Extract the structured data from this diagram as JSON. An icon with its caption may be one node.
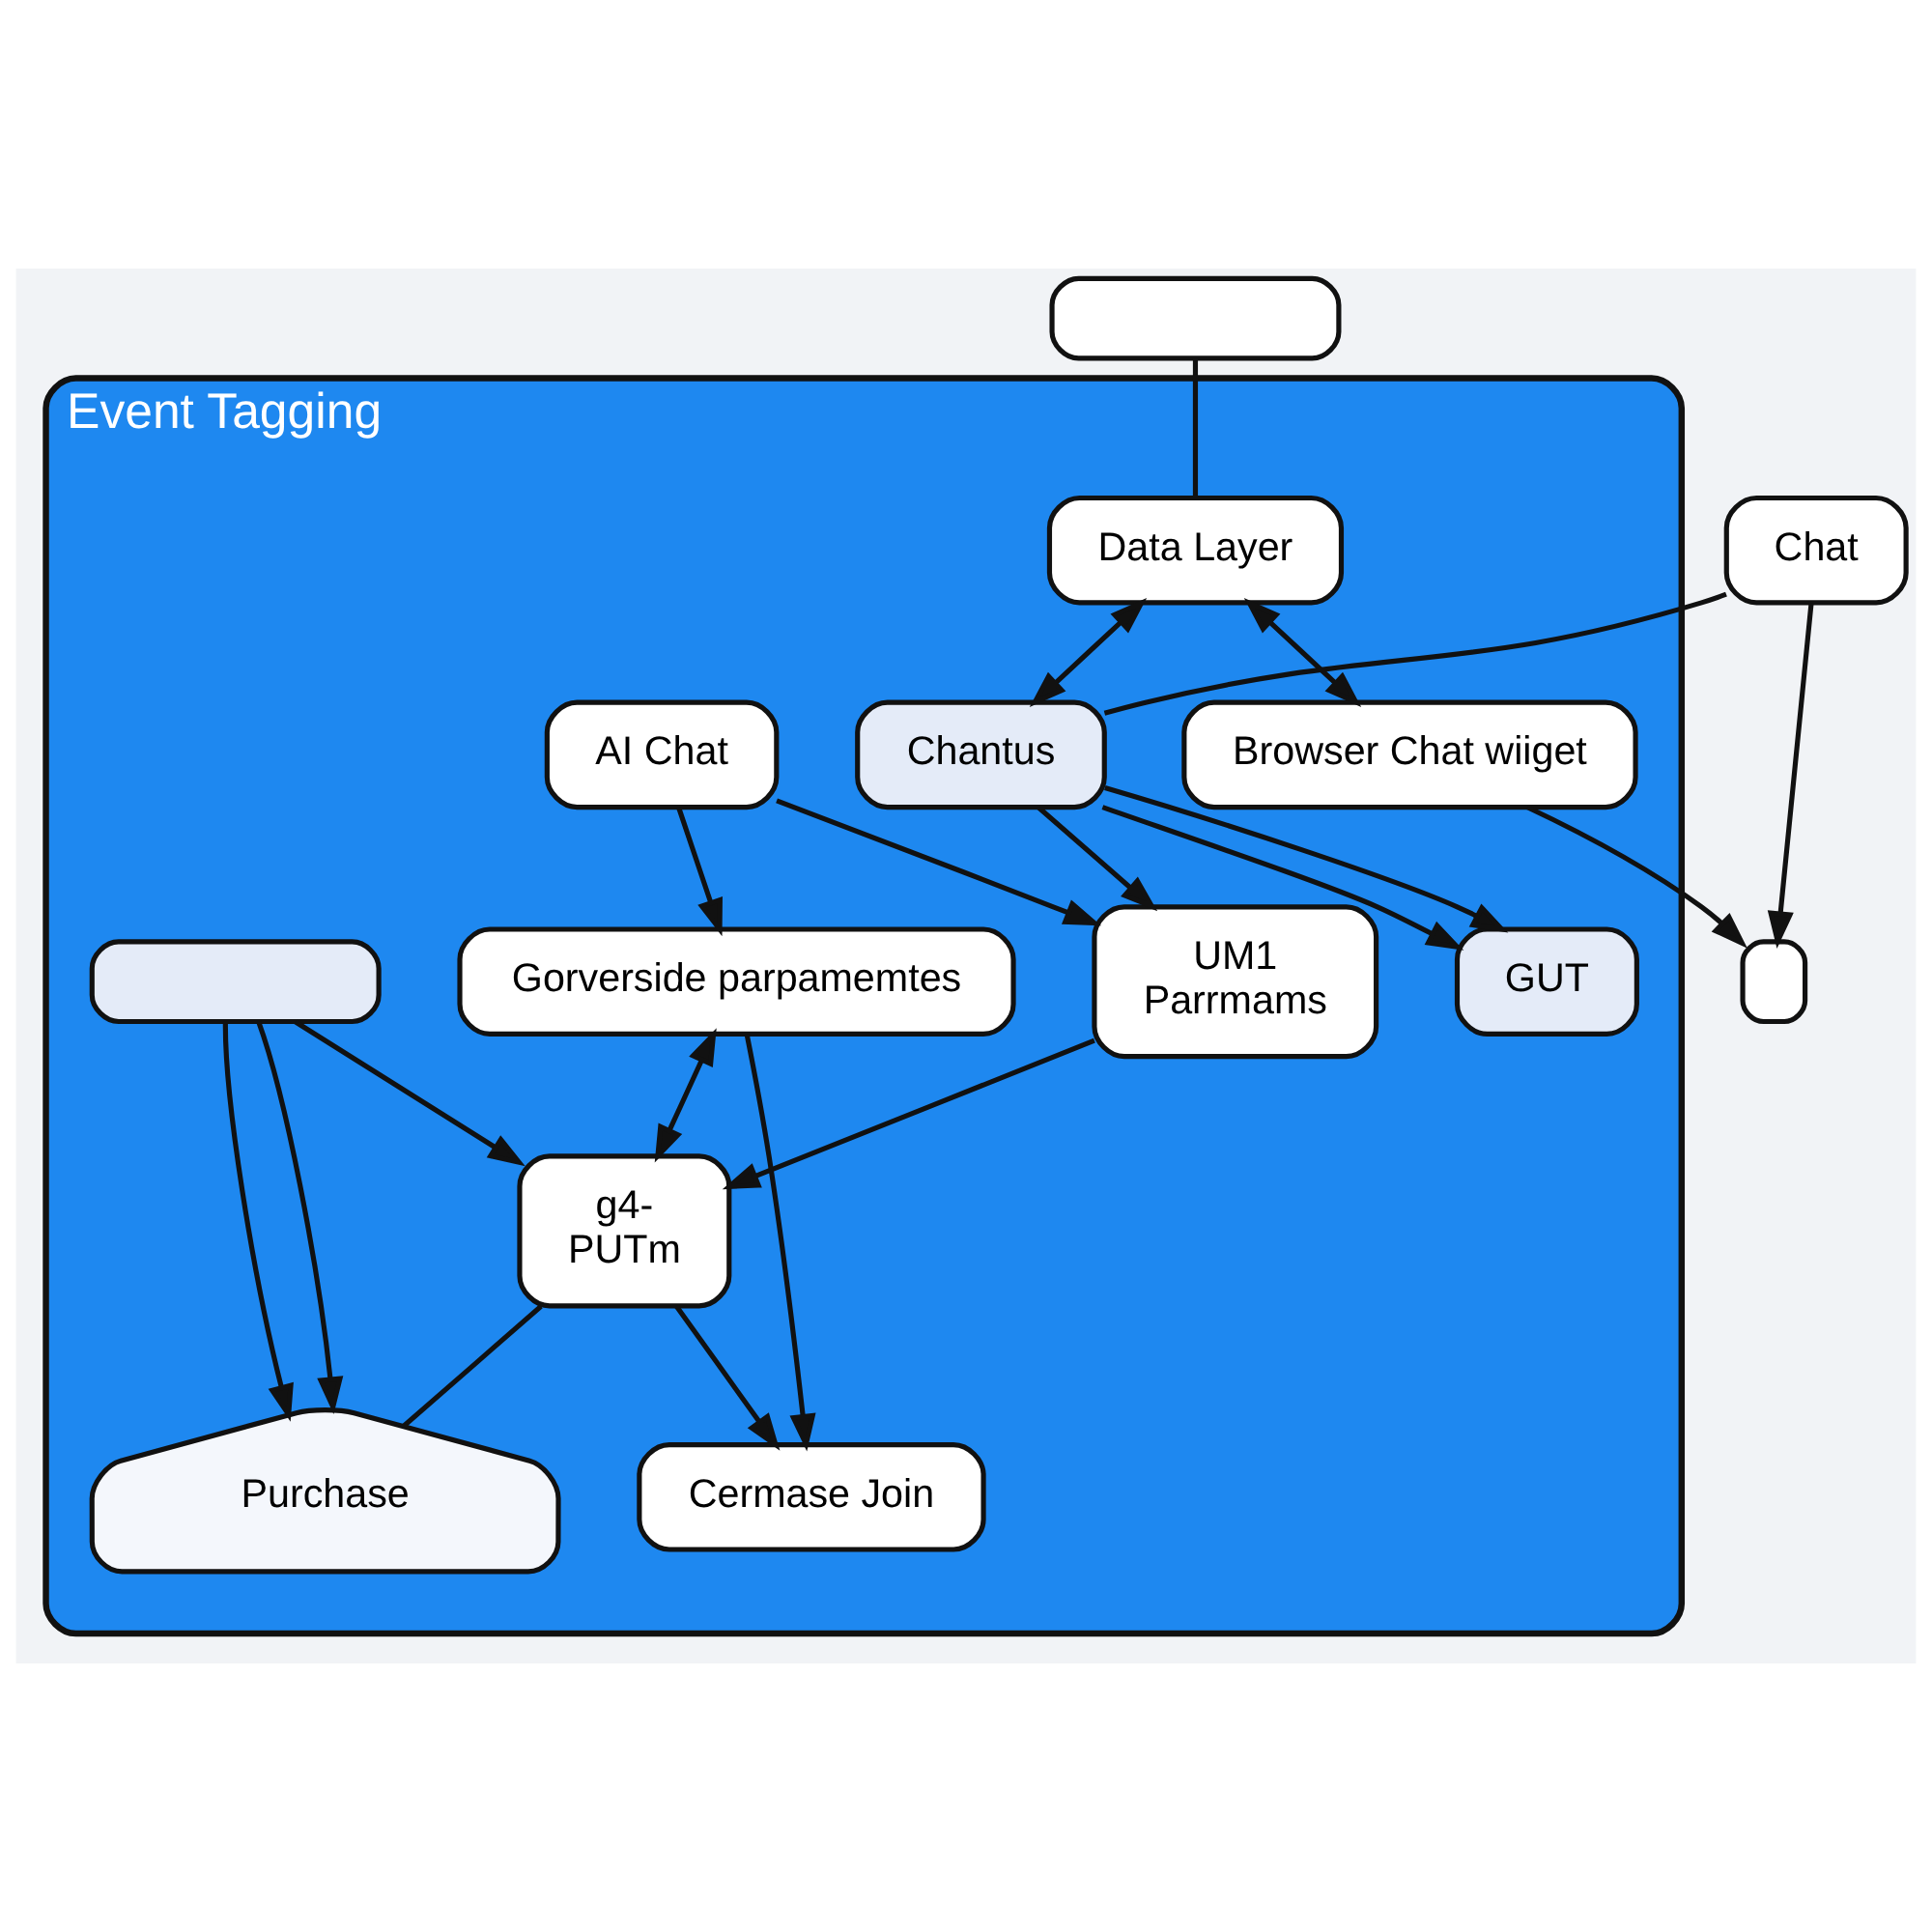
{
  "diagram": {
    "nodes": [
      {
        "text": [
          "Event Tagging"
        ]
      },
      {
        "text": [],
        "shape": "box"
      },
      {
        "text": [
          "Data Layer"
        ],
        "in": 0
      },
      {
        "text": [
          "Chat"
        ]
      },
      {
        "text": [
          "Browser Chat wiiget"
        ],
        "in": 0
      },
      {
        "text": [
          "Chantus"
        ],
        "in": 0
      },
      {
        "text": [
          "AI Chat"
        ],
        "in": 0
      },
      {
        "text": [],
        "shape": "box"
      },
      {
        "text": [
          "UM1",
          "Parrmams"
        ],
        "in": 0
      },
      {
        "text": [
          "GUT"
        ],
        "in": 0
      },
      {
        "text": [],
        "shape": "box",
        "in": 0
      },
      {
        "text": [
          "Gorverside parpamemtes"
        ],
        "in": 0
      },
      {
        "text": [
          "g4-",
          "PUTm"
        ],
        "in": 0
      },
      {
        "text": [
          "Purchase"
        ],
        "in": 0
      },
      {
        "text": [
          "Cermase Join"
        ],
        "in": 0
      }
    ],
    "edges": [
      {
        "from": 1,
        "to": 2,
        "arrow": "none"
      },
      {
        "from": 2,
        "to": 4,
        "arrow": "both"
      },
      {
        "from": 2,
        "to": 5,
        "arrow": "both"
      },
      {
        "from": 3,
        "to": 5,
        "arrow": "none"
      },
      {
        "from": 5,
        "to": 9,
        "arrow": "to"
      },
      {
        "from": 5,
        "to": 9,
        "arrow": "to"
      },
      {
        "from": 5,
        "to": 8,
        "arrow": "to"
      },
      {
        "from": 6,
        "to": 8,
        "arrow": "to"
      },
      {
        "from": 6,
        "to": 11,
        "arrow": "to"
      },
      {
        "from": 8,
        "to": 12,
        "arrow": "to"
      },
      {
        "from": 11,
        "to": 12,
        "arrow": "both"
      },
      {
        "from": 11,
        "to": 14,
        "arrow": "to"
      },
      {
        "from": 12,
        "to": 14,
        "arrow": "to"
      },
      {
        "from": 10,
        "to": 12,
        "arrow": "to"
      },
      {
        "from": 10,
        "to": 13,
        "arrow": "to"
      },
      {
        "from": 10,
        "to": 13,
        "arrow": "to"
      },
      {
        "from": 12,
        "to": 13,
        "arrow": "none"
      },
      {
        "from": 4,
        "to": 7,
        "arrow": "to"
      },
      {
        "from": 3,
        "to": 7,
        "arrow": "to"
      }
    ]
  }
}
